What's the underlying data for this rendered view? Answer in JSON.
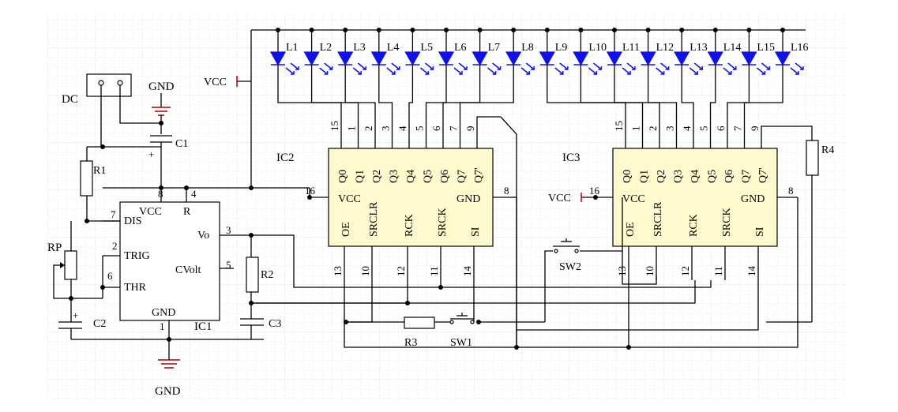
{
  "power": {
    "vcc": "VCC",
    "gnd": "GND",
    "dc": "DC"
  },
  "leds": [
    "L1",
    "L2",
    "L3",
    "L4",
    "L5",
    "L6",
    "L7",
    "L8",
    "L9",
    "L10",
    "L11",
    "L12",
    "L13",
    "L14",
    "L15",
    "L16"
  ],
  "ic1": {
    "name": "IC1",
    "pins_left": [
      "DIS",
      "TRIG",
      "THR"
    ],
    "pin_vcc": "VCC",
    "pin_r": "R",
    "pin_vo": "Vo",
    "pin_cvolt": "CVolt",
    "pin_gnd": "GND",
    "pin_numbers": {
      "p7": "7",
      "p2": "2",
      "p6": "6",
      "p8": "8",
      "p4": "4",
      "p3": "3",
      "p5": "5",
      "p1": "1"
    }
  },
  "ic2": {
    "name": "IC2",
    "top_numbers": [
      "15",
      "1",
      "2",
      "3",
      "4",
      "5",
      "6",
      "7",
      "9"
    ],
    "outputs": [
      "Q0",
      "Q1",
      "Q2",
      "Q3",
      "Q4",
      "Q5",
      "Q6",
      "Q7",
      "Q7'"
    ],
    "pin_vcc": "VCC",
    "pin_gnd": "GND",
    "bottom_labels": [
      "OE",
      "SRCLR",
      "RCK",
      "SRCK",
      "SI"
    ],
    "bottom_numbers": [
      "13",
      "10",
      "12",
      "11",
      "14"
    ],
    "vcc_pin": "16",
    "gnd_pin": "8"
  },
  "ic3": {
    "name": "IC3",
    "top_numbers": [
      "15",
      "1",
      "2",
      "3",
      "4",
      "5",
      "6",
      "7",
      "9"
    ],
    "outputs": [
      "Q0",
      "Q1",
      "Q2",
      "Q3",
      "Q4",
      "Q5",
      "Q6",
      "Q7",
      "Q7'"
    ],
    "pin_vcc": "VCC",
    "pin_gnd": "GND",
    "bottom_labels": [
      "OE",
      "SRCLR",
      "RCK",
      "SRCK",
      "SI"
    ],
    "bottom_numbers": [
      "13",
      "10",
      "12",
      "11",
      "14"
    ],
    "vcc_pin": "16",
    "gnd_pin": "8"
  },
  "parts": {
    "r1": "R1",
    "r2": "R2",
    "r3": "R3",
    "r4": "R4",
    "c1": "C1",
    "c2": "C2",
    "c3": "C3",
    "rp": "RP",
    "sw1": "SW1",
    "sw2": "SW2",
    "plus": "+"
  }
}
